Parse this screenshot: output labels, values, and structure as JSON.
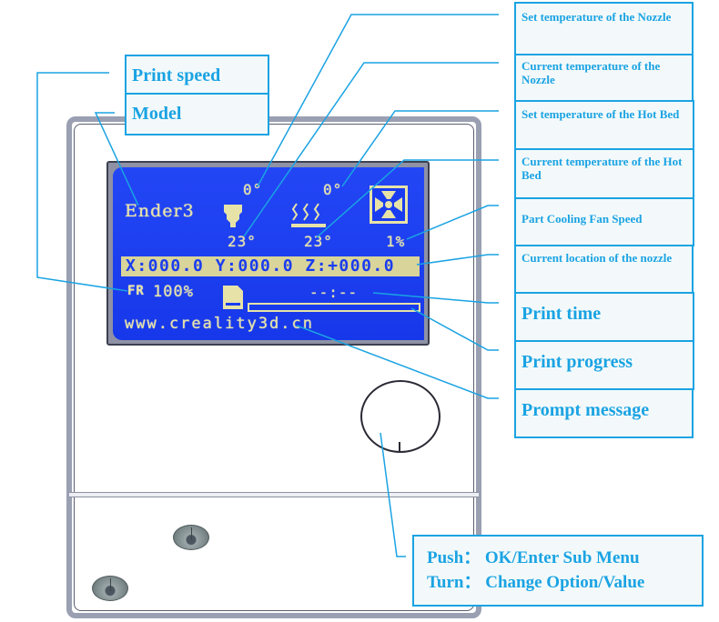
{
  "diagram": {
    "device": "Ender3 LCD control panel",
    "lcd": {
      "model": "Ender3",
      "nozzle_set_temp": "0°",
      "nozzle_current_temp": "23°",
      "bed_set_temp": "0°",
      "bed_current_temp": "23°",
      "fan_speed": "1%",
      "coordinates": "X:000.0 Y:000.0 Z:+000.0",
      "speed_icon": "FR",
      "print_speed": "100%",
      "print_time": "--:--",
      "progress": 0,
      "prompt_message": "www.creality3d.cn"
    },
    "labels": {
      "print_speed": "Print speed",
      "model": "Model",
      "set_nozzle_temp": "Set temperature of the Nozzle",
      "current_nozzle_temp": "Current temperature of the Nozzle",
      "set_bed_temp": "Set temperature of the Hot Bed",
      "current_bed_temp": "Current temperature of the Hot Bed",
      "fan_speed": "Part Cooling Fan Speed",
      "nozzle_location": "Current location of the nozzle",
      "print_time": "Print time",
      "print_progress": "Print progress",
      "prompt_message": "Prompt message",
      "knob_push": "Push：  OK/Enter Sub Menu",
      "knob_turn": "Turn：  Change Option/Value"
    },
    "colors": {
      "accent": "#1aa3e3",
      "lcd_background": "#1a3cf0",
      "lcd_foreground": "#e7e3a8"
    }
  }
}
